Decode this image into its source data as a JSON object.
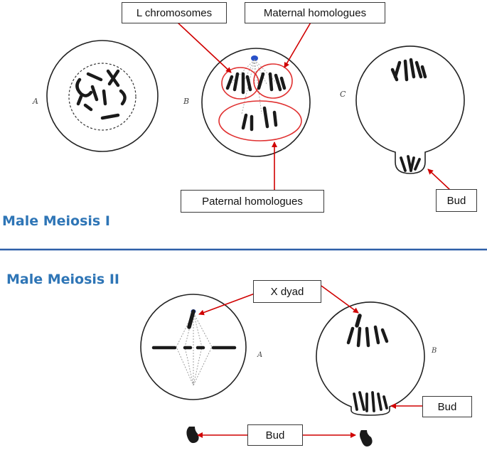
{
  "labels": {
    "l_chromosomes": "L chromosomes",
    "maternal_homologues": "Maternal homologues",
    "paternal_homologues": "Paternal homologues",
    "bud_meiosis1": "Bud",
    "x_dyad": "X dyad",
    "bud_meiosis2_right": "Bud",
    "bud_meiosis2_bottom": "Bud"
  },
  "sections": {
    "meiosis1_title": "Male Meiosis I",
    "meiosis2_title": "Male Meiosis II"
  },
  "panel_letters": {
    "m1_a": "A",
    "m1_b": "B",
    "m1_c": "C",
    "m2_a": "A",
    "m2_b": "B"
  },
  "colors": {
    "title_blue": "#2e75b6",
    "divider_blue": "#2e5fa8",
    "arrow_red": "#d00000",
    "highlight_red": "#e03030",
    "chromosome": "#1a1a1a",
    "centrosome_blue": "#2850c8"
  }
}
